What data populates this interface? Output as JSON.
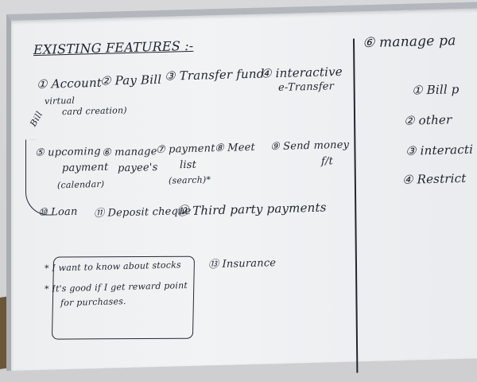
{
  "left": {
    "title": "EXISTING FEATURES :-",
    "row1": [
      "① Account",
      "② Pay Bill",
      "③ Transfer fund",
      "④ interactive",
      "e-Transfer"
    ],
    "row1_sub": [
      "virtual",
      "card creation)",
      "Bill"
    ],
    "row2": [
      "⑤ upcoming",
      "payment",
      "(calendar)",
      "⑥ manage",
      "payee's",
      "⑦ payment",
      "list",
      "(search)*",
      "⑧ Meet",
      "⑨ Send money",
      "f/t"
    ],
    "row3": [
      "⑩ Loan",
      "⑪ Deposit cheque",
      "⑫ Third party payments"
    ],
    "box_lines": [
      "* I want to know about stocks",
      "* It's good if I get reward point",
      "for purchases."
    ],
    "insurance": "⑬ Insurance"
  },
  "right": {
    "title": "⑥ manage pa",
    "items": [
      "① Bill p",
      "② other",
      "③ interacti",
      "④ Restrict"
    ]
  }
}
